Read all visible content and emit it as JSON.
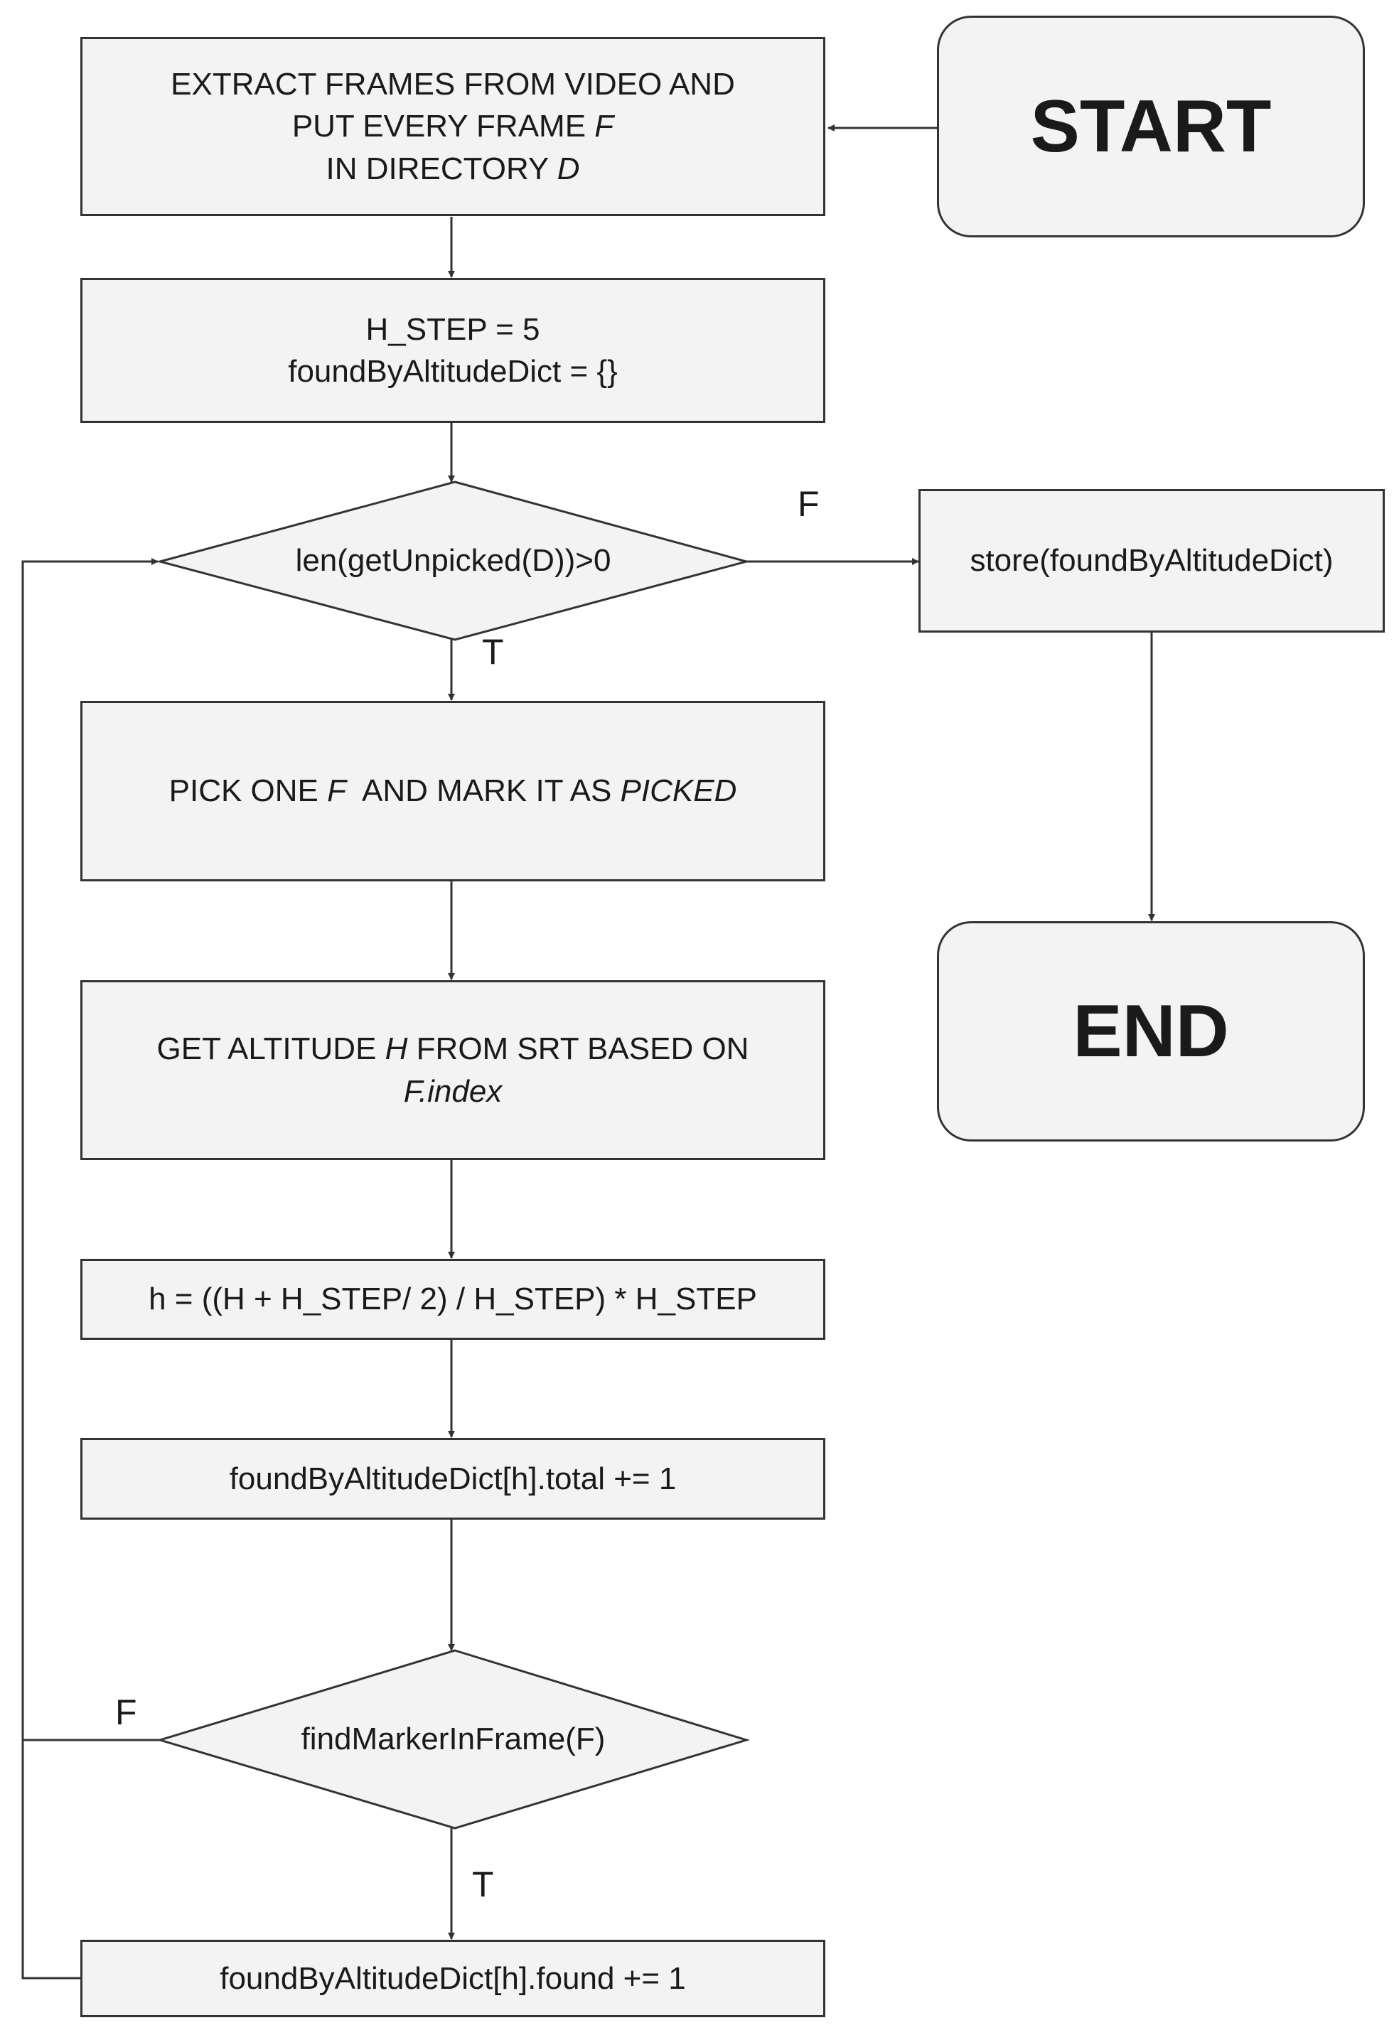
{
  "nodes": {
    "start": {
      "label": "START"
    },
    "end": {
      "label": "END"
    },
    "extract": {
      "line1": "EXTRACT FRAMES FROM VIDEO AND",
      "line2_a": "PUT EVERY FRAME ",
      "line2_var": "F",
      "line3_a": "IN DIRECTORY ",
      "line3_var": "D"
    },
    "init": {
      "line1": "H_STEP = 5",
      "line2": "foundByAltitudeDict = {}"
    },
    "loop_check": {
      "label": "len(getUnpicked(D))>0",
      "true_label": "T",
      "false_label": "F"
    },
    "store": {
      "label": "store(foundByAltitudeDict)"
    },
    "pick": {
      "part1": "PICK ONE ",
      "var1": "F",
      "part2": "  AND MARK IT AS ",
      "var2": "PICKED"
    },
    "altitude": {
      "part1": "GET ALTITUDE ",
      "var1": "H",
      "part2": " FROM SRT BASED ON",
      "line2": "F.index"
    },
    "round": {
      "label": "h = ((H + H_STEP/ 2) / H_STEP) * H_STEP"
    },
    "total": {
      "label": "foundByAltitudeDict[h].total += 1"
    },
    "marker_check": {
      "label": "findMarkerInFrame(F)",
      "true_label": "T",
      "false_label": "F"
    },
    "found": {
      "label": "foundByAltitudeDict[h].found += 1"
    }
  },
  "colors": {
    "box_fill": "#f3f3f3",
    "stroke": "#333333",
    "text": "#1a1a1a"
  }
}
